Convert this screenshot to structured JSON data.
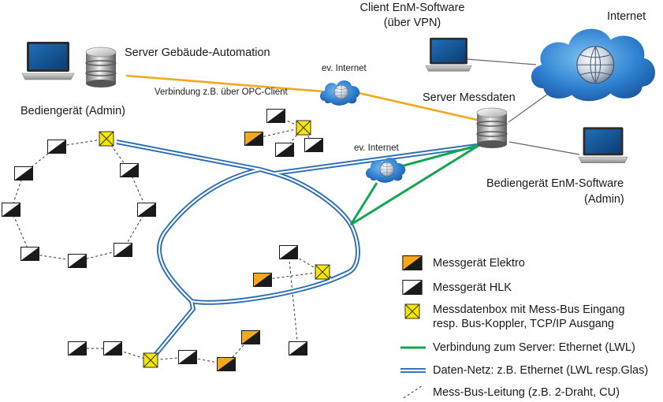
{
  "labels": {
    "server_gebaeude": "Server Gebäude-Automation",
    "bediengeraet_admin": "Bediengerät (Admin)",
    "verbindung_opc": "Verbindung z.B. über OPC-Client",
    "ev_internet_1": "ev. Internet",
    "ev_internet_2": "ev. Internet",
    "client_enm_line1": "Client EnM-Software",
    "client_enm_line2": "(über VPN)",
    "internet": "Internet",
    "server_messdaten": "Server Messdaten",
    "bediengeraet_enm_line1": "Bediengerät EnM-Software",
    "bediengeraet_enm_line2": "(Admin)"
  },
  "legend": {
    "elektro": "Messgerät Elektro",
    "hlk": "Messgerät HLK",
    "box_line1": "Messdatenbox mit Mess-Bus Eingang",
    "box_line2": "resp. Bus-Koppler, TCP/IP Ausgang",
    "ethernet": "Verbindung zum Server: Ethernet (LWL)",
    "datennetz": "Daten-Netz: z.B. Ethernet (LWL resp.Glas)",
    "messbus": "Mess-Bus-Leitung (z.B. 2-Draht, CU)"
  },
  "colors": {
    "orange_link": "#f2a81d",
    "green_link": "#12a650",
    "blue_network": "#2a6db5",
    "elektro_orange": "#f5a81c",
    "box_yellow": "#f7e600",
    "cloud_blue": "#2a78c8"
  }
}
